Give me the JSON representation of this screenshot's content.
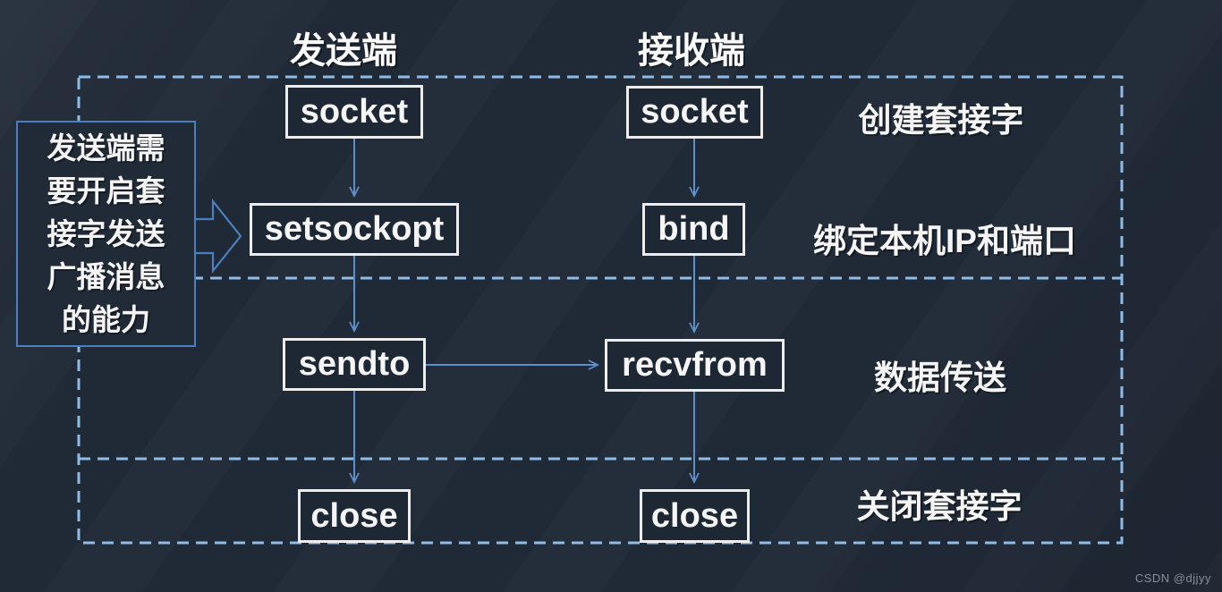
{
  "diagram": {
    "sender": {
      "title": "发送端",
      "steps": [
        {
          "label": "socket"
        },
        {
          "label": "setsockopt"
        },
        {
          "label": "sendto"
        },
        {
          "label": "close"
        }
      ]
    },
    "receiver": {
      "title": "接收端",
      "steps": [
        {
          "label": "socket"
        },
        {
          "label": "bind"
        },
        {
          "label": "recvfrom"
        },
        {
          "label": "close"
        }
      ]
    },
    "stages": [
      {
        "label": "创建套接字"
      },
      {
        "label": "绑定本机IP和端口"
      },
      {
        "label": "数据传送"
      },
      {
        "label": "关闭套接字"
      }
    ],
    "note": {
      "text": "发送端需要开启套接字发送广播消息的能力",
      "lines": [
        "发送端需",
        "要开启套",
        "接字发送",
        "广播消息",
        "的能力"
      ]
    },
    "watermark": "CSDN @djjyy",
    "colors": {
      "background": "#212b38",
      "dashed_line": "#8fbce6",
      "arrow": "#5d8fc9",
      "note_border": "#4a80c0",
      "box_border": "#ededed",
      "text": "#f5f5f5",
      "watermark": "#87909b"
    }
  }
}
